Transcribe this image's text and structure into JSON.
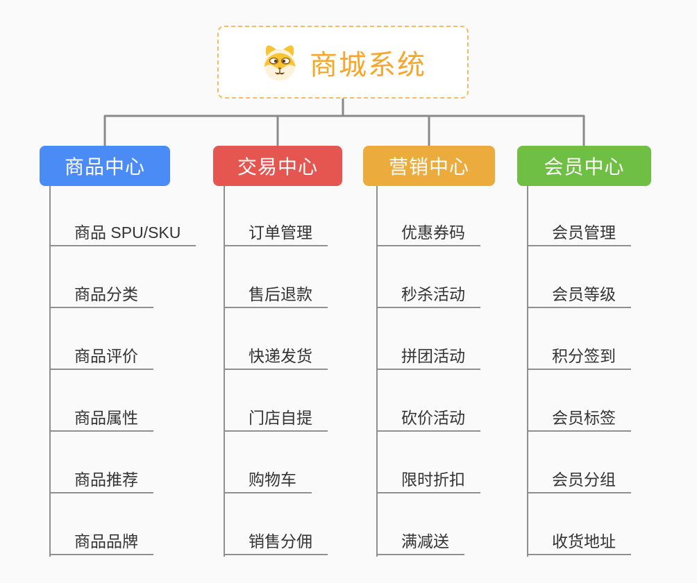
{
  "root": {
    "title": "商城系统",
    "icon": "shiba-dog-icon",
    "text_color": "#F5A62B",
    "border_color": "#F5BB60"
  },
  "connector_color": "#8A8A8A",
  "branches": [
    {
      "label": "商品中心",
      "color": "#4B8BF5",
      "children": [
        "商品 SPU/SKU",
        "商品分类",
        "商品评价",
        "商品属性",
        "商品推荐",
        "商品品牌"
      ]
    },
    {
      "label": "交易中心",
      "color": "#E4564F",
      "children": [
        "订单管理",
        "售后退款",
        "快递发货",
        "门店自提",
        "购物车",
        "销售分佣"
      ]
    },
    {
      "label": "营销中心",
      "color": "#ECAC3D",
      "children": [
        "优惠券码",
        "秒杀活动",
        "拼团活动",
        "砍价活动",
        "限时折扣",
        "满减送"
      ]
    },
    {
      "label": "会员中心",
      "color": "#70BF45",
      "children": [
        "会员管理",
        "会员等级",
        "积分签到",
        "会员标签",
        "会员分组",
        "收货地址"
      ]
    }
  ]
}
